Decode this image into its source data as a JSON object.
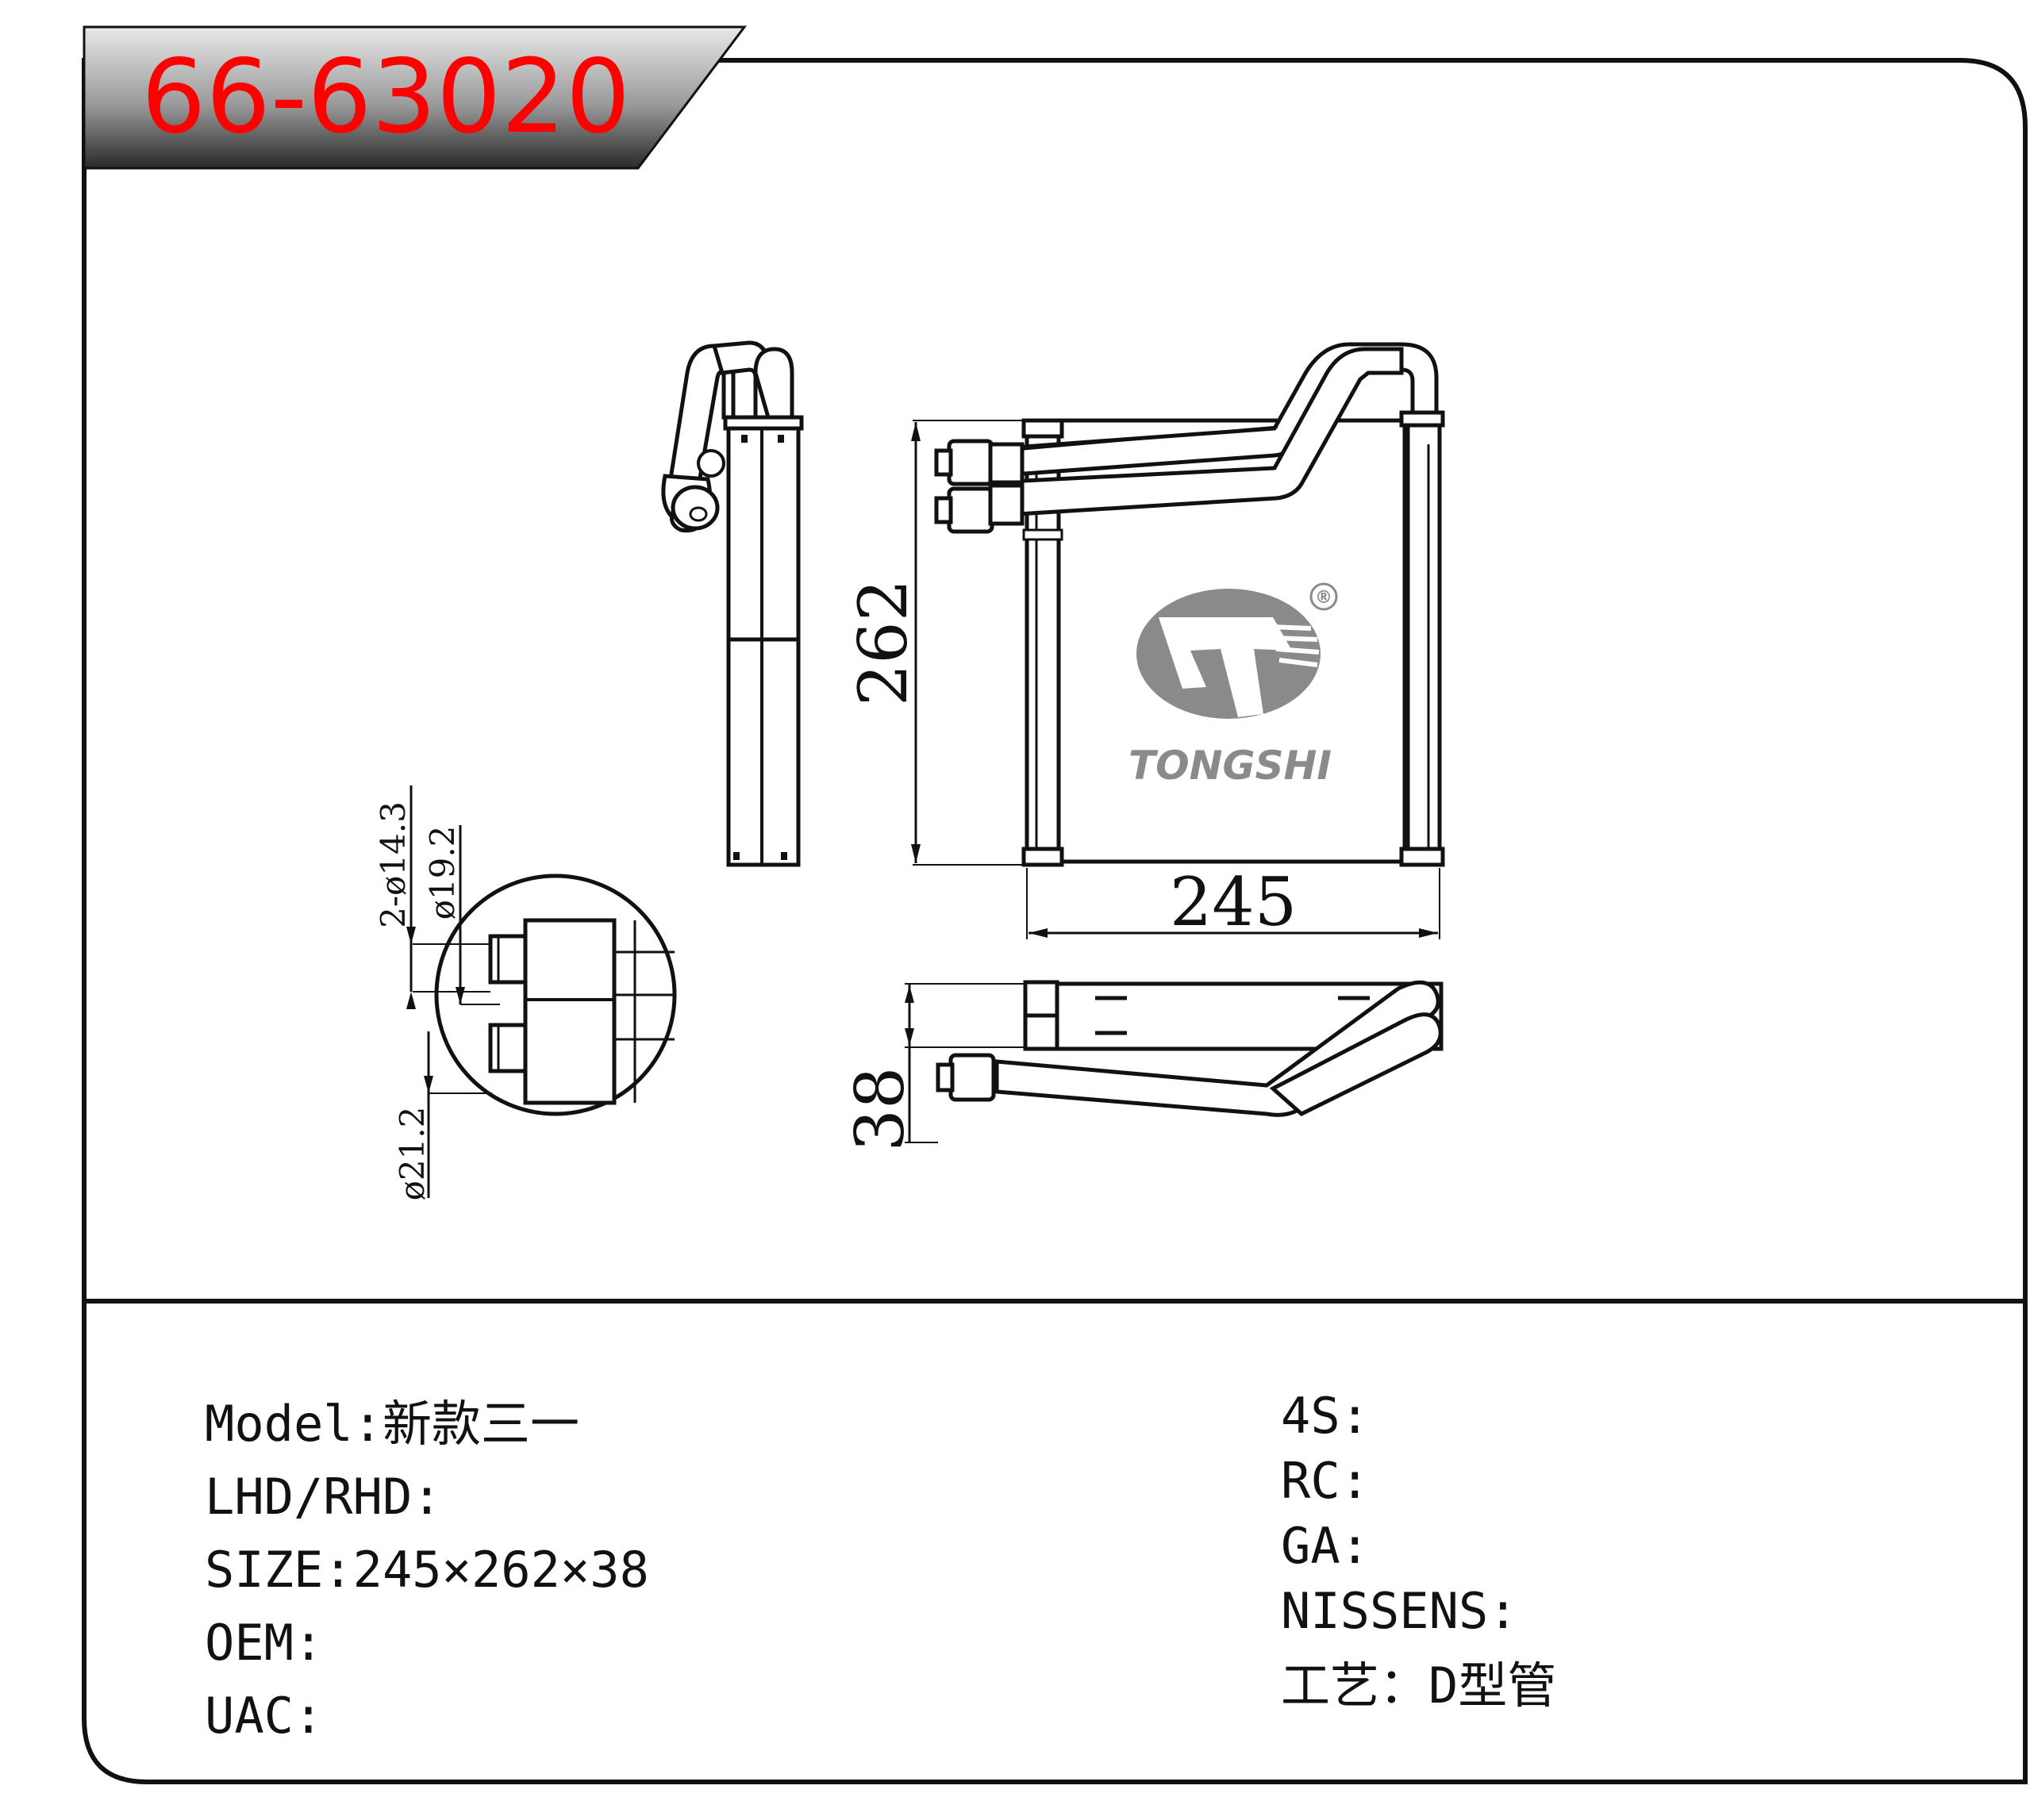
{
  "part_number": "66-63020",
  "dimensions": {
    "height": "262",
    "width": "245",
    "depth": "38",
    "pipe_od_pair": "2-ø14.3",
    "flange_dia_upper": "ø19.2",
    "flange_dia_lower": "ø21.2"
  },
  "logo": {
    "brand": "TONGSHI",
    "registered": "®"
  },
  "specs_left": [
    {
      "label": "Model:",
      "value": "新款三一"
    },
    {
      "label": "LHD/RHD:",
      "value": ""
    },
    {
      "label": "SIZE:",
      "value": "245×262×38"
    },
    {
      "label": "OEM:",
      "value": ""
    },
    {
      "label": "UAC:",
      "value": ""
    }
  ],
  "specs_right": [
    {
      "label": "4S:",
      "value": ""
    },
    {
      "label": "RC:",
      "value": ""
    },
    {
      "label": "GA:",
      "value": ""
    },
    {
      "label": "NISSENS:",
      "value": ""
    },
    {
      "label": "工艺：",
      "value": "D型管"
    }
  ],
  "colors": {
    "part_number": "#ff0000",
    "banner_dark": "#2a2a2a",
    "banner_light": "#e8e8e8",
    "logo_grey": "#8a8a8a"
  }
}
